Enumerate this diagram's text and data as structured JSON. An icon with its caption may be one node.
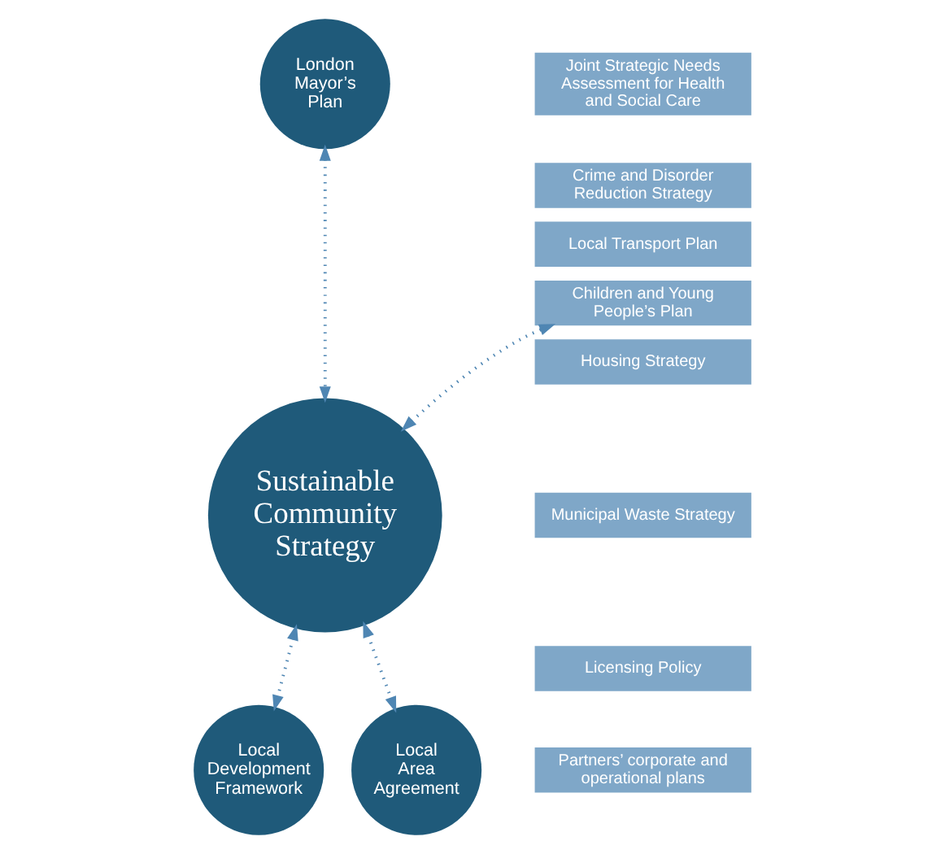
{
  "diagram": {
    "nodes": [
      {
        "text": [
          "London Mayor’s Plan"
        ]
      },
      {
        "text": [
          "Sustainable Community Strategy"
        ]
      },
      {
        "text": [
          "Local Development Framework"
        ]
      },
      {
        "text": [
          "Local Area Agreement"
        ]
      },
      {
        "text": [
          "Joint Strategic Needs Assessment for Health and Social Care"
        ]
      },
      {
        "text": [
          "Crime and Disorder Reduction Strategy"
        ]
      },
      {
        "text": [
          "Local Transport Plan"
        ]
      },
      {
        "text": [
          "Children and Young People’s Plan"
        ]
      },
      {
        "text": [
          "Housing Strategy"
        ]
      },
      {
        "text": [
          "Municipal Waste Strategy"
        ]
      },
      {
        "text": [
          "Licensing Policy"
        ]
      },
      {
        "text": [
          "Partners’ corporate and operational plans"
        ]
      }
    ],
    "edges": [
      {
        "from": 0,
        "to": 1,
        "arrow": "both",
        "style": "dashed"
      },
      {
        "from": 1,
        "to": 7,
        "arrow": "both",
        "style": "dashed"
      },
      {
        "from": 1,
        "to": 2,
        "arrow": "both",
        "style": "dashed"
      },
      {
        "from": 1,
        "to": 3,
        "arrow": "both",
        "style": "dashed"
      }
    ]
  }
}
